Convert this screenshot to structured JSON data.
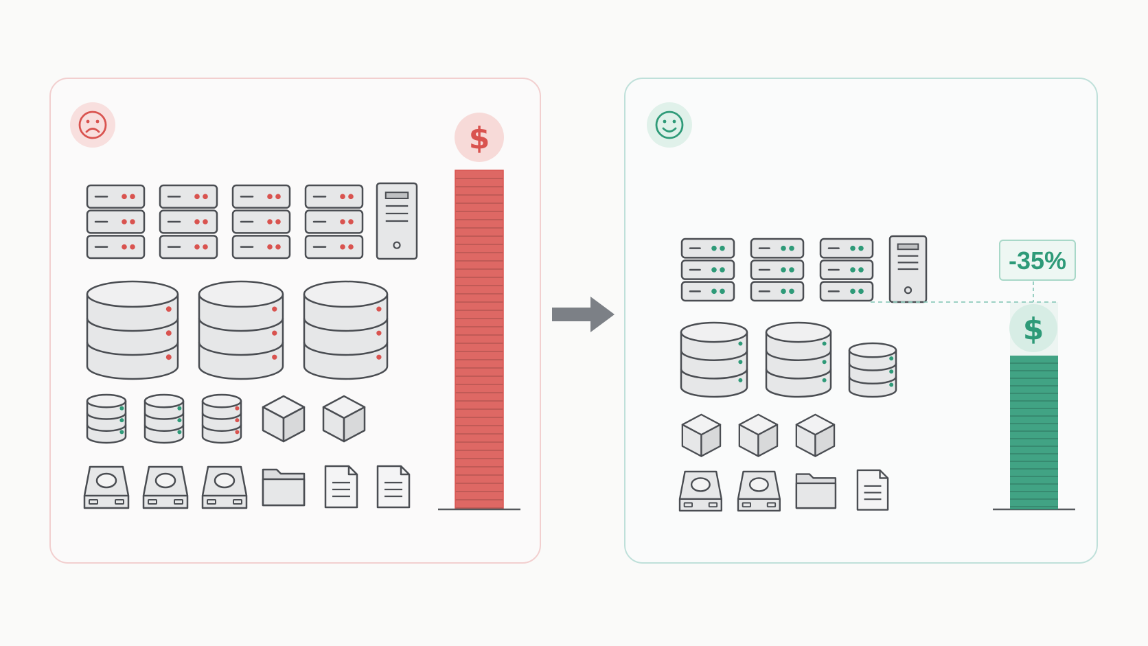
{
  "before": {
    "mood": "sad",
    "accent": "#d9534f",
    "light": "#f6d3d1",
    "border": "#f0c8c8",
    "currency_symbol": "$",
    "cost_relative": 1.0,
    "inventory": {
      "rack_servers": 4,
      "tower_servers": 1,
      "large_databases": 3,
      "small_databases": 3,
      "boxes": 2,
      "drives": 3,
      "folders": 1,
      "documents": 2
    }
  },
  "after": {
    "mood": "happy",
    "accent": "#2e9a78",
    "light": "#d4ece3",
    "border": "#b8ddd6",
    "currency_symbol": "$",
    "cost_relative": 0.65,
    "reduction_label": "-35%",
    "inventory": {
      "rack_servers": 3,
      "tower_servers": 1,
      "large_databases": 2,
      "small_databases": 1,
      "boxes": 3,
      "drives": 2,
      "folders": 1,
      "documents": 1
    }
  },
  "arrow_color": "#7c8086",
  "icon_stroke": "#4a4d52",
  "icon_fill": "#e6e7e8"
}
